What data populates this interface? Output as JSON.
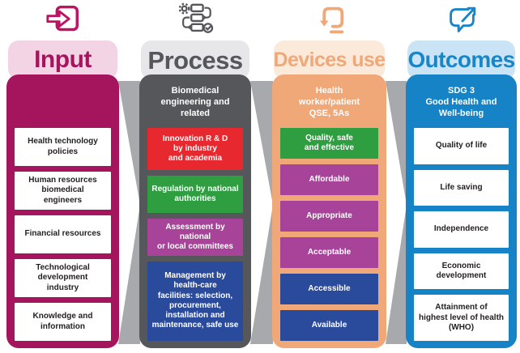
{
  "diagram": {
    "shadow_color": "#A7A9AC",
    "columns": [
      {
        "title": "Input",
        "icon": "enter-arrow-icon",
        "colors": {
          "header_bg": "#F3D4E4",
          "header_text": "#A5155D",
          "body": "#A5155D",
          "icon": "#BE1262"
        },
        "subheading": "",
        "items": [
          {
            "label": "Health technology\npolicies",
            "bg": "#FFFFFF",
            "text": "#231F20",
            "weight": 1
          },
          {
            "label": "Human resources\nbiomedical\nengineers",
            "bg": "#FFFFFF",
            "text": "#231F20",
            "weight": 1
          },
          {
            "label": "Financial resources",
            "bg": "#FFFFFF",
            "text": "#231F20",
            "weight": 1
          },
          {
            "label": "Technological\ndevelopment\nindustry",
            "bg": "#FFFFFF",
            "text": "#231F20",
            "weight": 1
          },
          {
            "label": "Knowledge and\ninformation",
            "bg": "#FFFFFF",
            "text": "#231F20",
            "weight": 1
          }
        ]
      },
      {
        "title": "Process",
        "icon": "workflow-gear-icon",
        "colors": {
          "header_bg": "#E7E7E9",
          "header_text": "#55575B",
          "body": "#55575B",
          "icon": "#55575B"
        },
        "subheading": "Biomedical\nengineering and\nrelated",
        "items": [
          {
            "label": "Innovation R & D\nby industry\nand academia",
            "bg": "#E8282F",
            "text": "#FFFFFF",
            "weight": 1.1
          },
          {
            "label": "Regulation by national\nauthorities",
            "bg": "#2E9E41",
            "text": "#FFFFFF",
            "weight": 0.95
          },
          {
            "label": "Assessment by national\nor local committees",
            "bg": "#A8439A",
            "text": "#FFFFFF",
            "weight": 0.95
          },
          {
            "label": "Management by\nhealth-care\nfacilities: selection,\nprocurement,\ninstallation and\nmaintenance, safe use",
            "bg": "#2A4A9C",
            "text": "#FFFFFF",
            "weight": 2.15
          }
        ]
      },
      {
        "title": "Devices use",
        "icon": "device-download-icon",
        "colors": {
          "header_bg": "#FBE9DA",
          "header_text": "#F0A878",
          "body": "#F0A878",
          "icon": "#F0A878"
        },
        "subheading": "Health\nworker/patient\nQSE, 5As",
        "items": [
          {
            "label": "Quality, safe\nand effective",
            "bg": "#2E9E41",
            "text": "#FFFFFF",
            "weight": 1
          },
          {
            "label": "Affordable",
            "bg": "#A8439A",
            "text": "#FFFFFF",
            "weight": 1
          },
          {
            "label": "Appropriate",
            "bg": "#A8439A",
            "text": "#FFFFFF",
            "weight": 1
          },
          {
            "label": "Acceptable",
            "bg": "#A8439A",
            "text": "#FFFFFF",
            "weight": 1
          },
          {
            "label": "Accessible",
            "bg": "#2A4A9C",
            "text": "#FFFFFF",
            "weight": 1
          },
          {
            "label": "Available",
            "bg": "#2A4A9C",
            "text": "#FFFFFF",
            "weight": 1
          }
        ]
      },
      {
        "title": "Outcomes",
        "icon": "speech-arrow-icon",
        "colors": {
          "header_bg": "#CBE4F5",
          "header_text": "#1886C8",
          "body": "#1583C6",
          "icon": "#1886C8"
        },
        "subheading": "SDG 3\nGood Health and\nWell-being",
        "items": [
          {
            "label": "Quality of life",
            "bg": "#FFFFFF",
            "text": "#231F20",
            "weight": 1
          },
          {
            "label": "Life saving",
            "bg": "#FFFFFF",
            "text": "#231F20",
            "weight": 1
          },
          {
            "label": "Independence",
            "bg": "#FFFFFF",
            "text": "#231F20",
            "weight": 1
          },
          {
            "label": "Economic development",
            "bg": "#FFFFFF",
            "text": "#231F20",
            "weight": 1
          },
          {
            "label": "Attainment of\nhighest level of health\n(WHO)",
            "bg": "#FFFFFF",
            "text": "#231F20",
            "weight": 1.3
          }
        ]
      }
    ]
  }
}
